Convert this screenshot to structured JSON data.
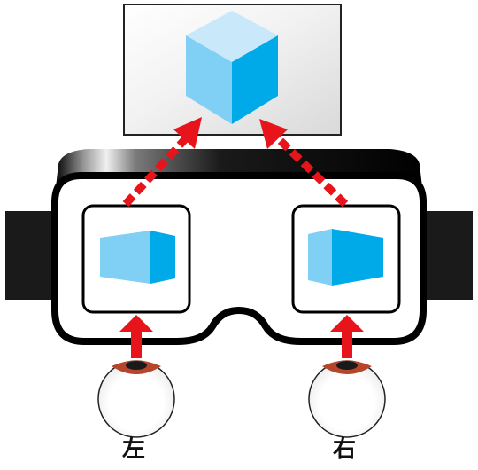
{
  "labels": {
    "left_eye": "左",
    "right_eye": "右"
  },
  "icons": [
    "virtual-screen",
    "cube-icon",
    "vr-headset-icon",
    "eye-icon",
    "arrow-icon"
  ],
  "colors": {
    "arrow_red": "#e8141b",
    "headset_black": "#1a1a1a",
    "cube_light": "#c9e9fb",
    "cube_mid": "#7fd0f4",
    "cube_dark": "#00a9e8",
    "iris_brown": "#b5452b"
  }
}
